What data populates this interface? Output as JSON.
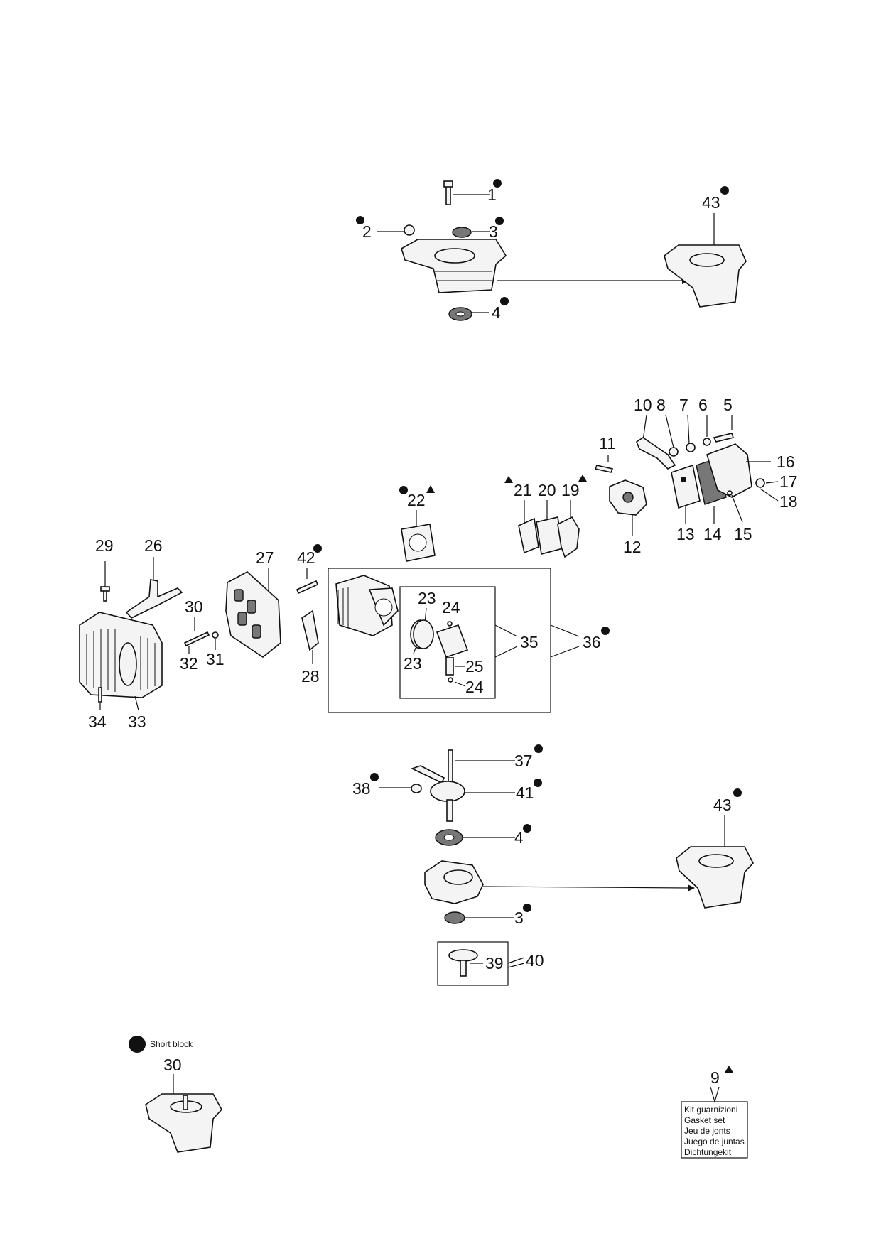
{
  "labels": {
    "p1": "1",
    "p2": "2",
    "p3_top": "3",
    "p4_top": "4",
    "p43_top": "43",
    "p5": "5",
    "p6": "6",
    "p7": "7",
    "p8": "8",
    "p10": "10",
    "p11": "11",
    "p12": "12",
    "p13": "13",
    "p14": "14",
    "p15": "15",
    "p16": "16",
    "p17": "17",
    "p18": "18",
    "p19": "19",
    "p20": "20",
    "p21": "21",
    "p22": "22",
    "p26": "26",
    "p27": "27",
    "p28": "28",
    "p29": "29",
    "p30": "30",
    "p31": "31",
    "p32": "32",
    "p33": "33",
    "p34": "34",
    "p42": "42",
    "p23a": "23",
    "p23b": "23",
    "p24a": "24",
    "p24b": "24",
    "p25": "25",
    "p35": "35",
    "p36": "36",
    "p37": "37",
    "p38": "38",
    "p41": "41",
    "p4_mid": "4",
    "p43_mid": "43",
    "p3_mid": "3",
    "p39": "39",
    "p40": "40",
    "p30_short": "30",
    "p9": "9"
  },
  "legend": {
    "short_block": "Short block"
  },
  "kit": {
    "lines": [
      "Kit guarnizioni",
      "Gasket set",
      "Jeu de jonts",
      "Juego de juntas",
      "Dichtungekit"
    ]
  },
  "colors": {
    "ink": "#111111",
    "paper": "#ffffff"
  }
}
